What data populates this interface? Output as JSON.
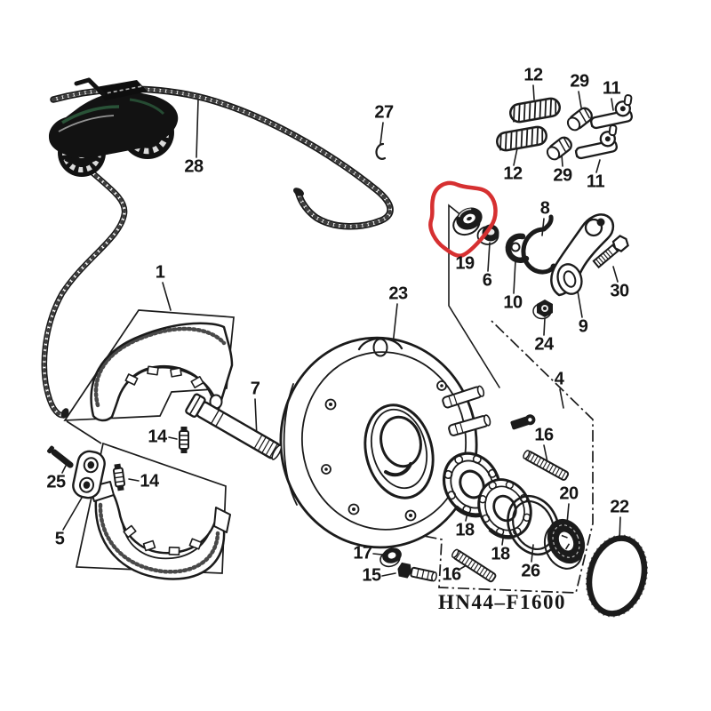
{
  "diagram": {
    "code_label": "HN44–F1600",
    "ink_color": "#1b1b1b",
    "paper_color": "#ffffff",
    "highlight": {
      "shape": "hand-drawn-circle",
      "around_part": "19",
      "color": "#d63031"
    },
    "logo_icon": "atv-quad-silhouette",
    "callouts": [
      {
        "part": "1"
      },
      {
        "part": "28"
      },
      {
        "part": "27"
      },
      {
        "part": "12"
      },
      {
        "part": "29"
      },
      {
        "part": "11"
      },
      {
        "part": "12"
      },
      {
        "part": "29"
      },
      {
        "part": "11"
      },
      {
        "part": "19"
      },
      {
        "part": "6"
      },
      {
        "part": "10"
      },
      {
        "part": "8"
      },
      {
        "part": "9"
      },
      {
        "part": "30"
      },
      {
        "part": "24"
      },
      {
        "part": "4"
      },
      {
        "part": "23"
      },
      {
        "part": "14"
      },
      {
        "part": "7"
      },
      {
        "part": "25"
      },
      {
        "part": "5"
      },
      {
        "part": "14"
      },
      {
        "part": "17"
      },
      {
        "part": "15"
      },
      {
        "part": "16"
      },
      {
        "part": "16"
      },
      {
        "part": "18"
      },
      {
        "part": "18"
      },
      {
        "part": "26"
      },
      {
        "part": "20"
      },
      {
        "part": "22"
      }
    ]
  }
}
